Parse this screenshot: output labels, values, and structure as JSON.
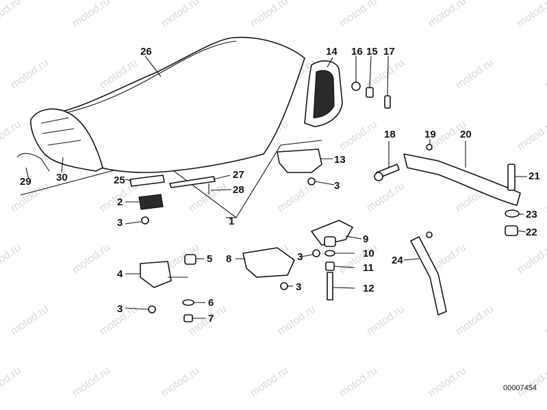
{
  "watermark": "motod.ru",
  "drawing_code": "00007454",
  "callouts": [
    "26",
    "14",
    "16",
    "15",
    "17",
    "18",
    "19",
    "20",
    "21",
    "13",
    "3",
    "27",
    "28",
    "25",
    "2",
    "1",
    "29",
    "30",
    "23",
    "22",
    "9",
    "10",
    "11",
    "12",
    "8",
    "5",
    "4",
    "6",
    "7",
    "24"
  ],
  "colors": {
    "ink": "#111111",
    "watermark": "#d9d9d9",
    "background": "#ffffff"
  }
}
